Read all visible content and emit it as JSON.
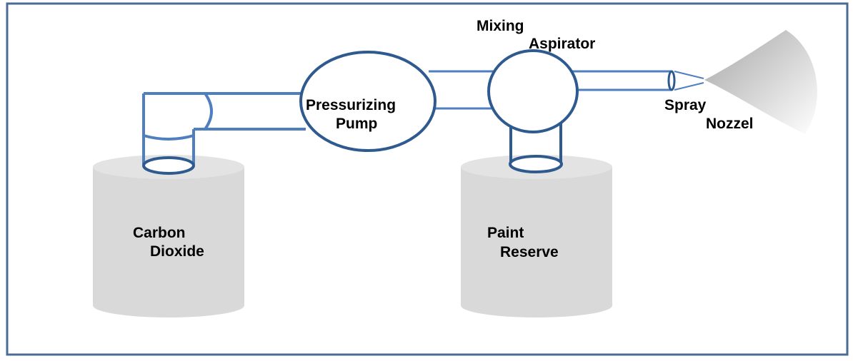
{
  "colors": {
    "frame": "#4a6b96",
    "pipe": "#4f7fbf",
    "outline": "#2f5a8f",
    "tank_fill": "#d9d9d9",
    "tank_top": "#e3e3e3",
    "spray_dark": "#a6a6a6",
    "spray_light": "#ffffff"
  },
  "labels": {
    "co2_tank": [
      "Carbon",
      "Dioxide"
    ],
    "paint_tank": [
      "Paint",
      "Reserve"
    ],
    "pump": [
      "Pressurizing",
      "Pump"
    ],
    "aspirator": [
      "Mixing",
      "Aspirator"
    ],
    "nozzle": [
      "Spray",
      "Nozzel"
    ]
  }
}
